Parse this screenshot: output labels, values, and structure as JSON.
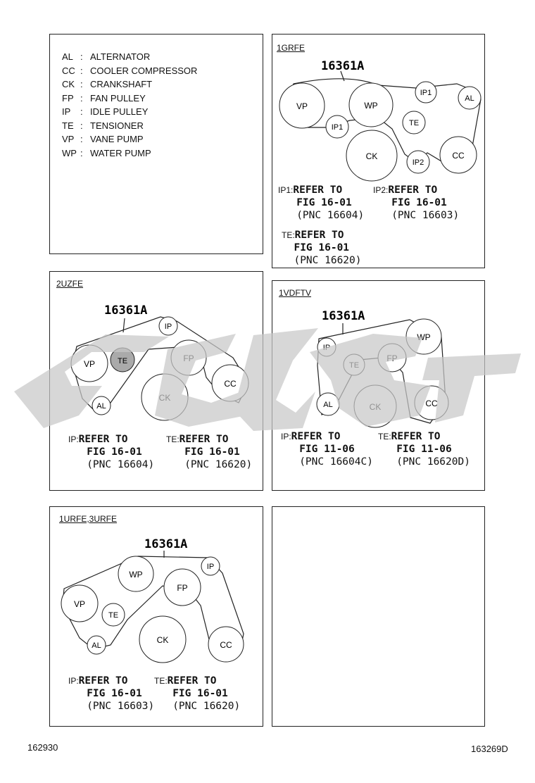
{
  "legend": [
    {
      "abbr": "AL",
      "name": "ALTERNATOR"
    },
    {
      "abbr": "CC",
      "name": "COOLER COMPRESSOR"
    },
    {
      "abbr": "CK",
      "name": "CRANKSHAFT"
    },
    {
      "abbr": "FP",
      "name": "FAN PULLEY"
    },
    {
      "abbr": "IP",
      "name": "IDLE PULLEY"
    },
    {
      "abbr": "TE",
      "name": "TENSIONER"
    },
    {
      "abbr": "VP",
      "name": "VANE PUMP"
    },
    {
      "abbr": "WP",
      "name": "WATER PUMP"
    }
  ],
  "legend_separator": ":",
  "part_number": "16361A",
  "refer_text": "REFER TO",
  "panels": {
    "p1grfe": {
      "engine": "1GRFE",
      "pulleys": [
        "VP",
        "WP",
        "IP1",
        "AL",
        "TE",
        "IP1",
        "CK",
        "IP2",
        "CC"
      ],
      "refs": [
        {
          "prefix": "IP1:",
          "fig": "FIG 16-01",
          "pnc": "(PNC 16604)"
        },
        {
          "prefix": "IP2:",
          "fig": "FIG 16-01",
          "pnc": "(PNC 16603)"
        },
        {
          "prefix": "TE:",
          "fig": "FIG 16-01",
          "pnc": "(PNC 16620)"
        }
      ]
    },
    "p2uzfe": {
      "engine": "2UZFE",
      "pulleys": [
        "VP",
        "TE",
        "IP",
        "FP",
        "CC",
        "CK",
        "AL"
      ],
      "refs": [
        {
          "prefix": "IP:",
          "fig": "FIG 16-01",
          "pnc": "(PNC 16604)"
        },
        {
          "prefix": "TE:",
          "fig": "FIG 16-01",
          "pnc": "(PNC 16620)"
        }
      ]
    },
    "p1vdftv": {
      "engine": "1VDFTV",
      "pulleys": [
        "IP",
        "WP",
        "TE",
        "FP",
        "AL",
        "CK",
        "CC"
      ],
      "refs": [
        {
          "prefix": "IP:",
          "fig": "FIG 11-06",
          "pnc": "(PNC 16604C)"
        },
        {
          "prefix": "TE:",
          "fig": "FIG 11-06",
          "pnc": "(PNC 16620D)"
        }
      ]
    },
    "p1urfe": {
      "engine": "1URFE,3URFE",
      "pulleys": [
        "WP",
        "IP",
        "VP",
        "FP",
        "TE",
        "CK",
        "CC",
        "AL"
      ],
      "refs": [
        {
          "prefix": "IP:",
          "fig": "FIG 16-01",
          "pnc": "(PNC 16603)"
        },
        {
          "prefix": "TE:",
          "fig": "FIG 16-01",
          "pnc": "(PNC 16620)"
        }
      ]
    }
  },
  "footer": {
    "left": "162930",
    "right": "163269D"
  },
  "colors": {
    "line": "#222222",
    "watermark": "#c8c8c8"
  }
}
